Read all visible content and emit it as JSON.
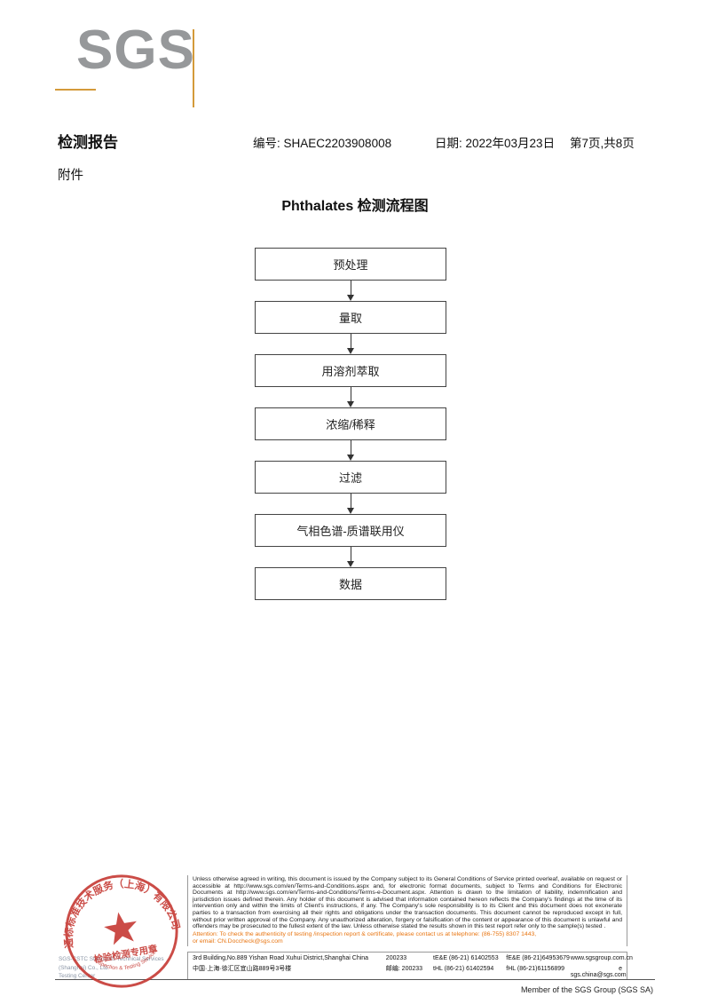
{
  "logo": {
    "text": "SGS"
  },
  "header": {
    "report_title": "检测报告",
    "report_no": "编号: SHAEC2203908008",
    "date": "日期: 2022年03月23日",
    "page": "第7页,共8页",
    "attachment": "附件"
  },
  "flowchart": {
    "title": "Phthalates 检测流程图",
    "steps": [
      "预处理",
      "量取",
      "用溶剂萃取",
      "浓缩/稀释",
      "过滤",
      "气相色谱-质谱联用仪",
      "数据"
    ]
  },
  "stamp": {
    "ring_text": "通标标准技术服务（上海）有限公司",
    "center_text": "检验检测专用章",
    "bottom_text": "Inspection & Testing Services",
    "color": "#c4342e"
  },
  "footer": {
    "disclaimer": "Unless otherwise agreed in writing, this document is issued by the Company subject to its General Conditions of Service printed overleaf, available on request or accessible at http://www.sgs.com/en/Terms-and-Conditions.aspx and, for electronic format documents, subject to Terms and Conditions for Electronic Documents at http://www.sgs.com/en/Terms-and-Conditions/Terms-e-Document.aspx. Attention is drawn to the limitation of liability, indemnification and jurisdiction issues defined therein. Any holder of this document is advised that information contained hereon reflects the Company's findings at the time of its intervention only and within the limits of Client's instructions, if any. The Company's sole responsibility is to its Client and this document does not exonerate parties to a transaction from exercising all their rights and obligations under the transaction documents. This document cannot be reproduced except in full, without prior written approval of the Company. Any unauthorized alteration, forgery or falsification of the content or appearance of this document is unlawful and offenders may be prosecuted to the fullest extent of the law. Unless otherwise stated the results shown in this test report refer only to the sample(s) tested .",
    "attention_line1": "Attention: To check the authenticity of testing /inspection report & certificate, please contact us at telephone: (86-755) 8307 1443,",
    "attention_line2": "or email: CN.Doccheck@sgs.com",
    "contact_rows": [
      {
        "address": "3rd Building,No.889 Yishan Road Xuhui District,Shanghai China",
        "post": "200233",
        "tel": "tE&E (86-21) 61402553",
        "fax": "fE&E (86-21)64953679",
        "extra": "www.sgsgroup.com.cn"
      },
      {
        "address": "中国·上海·徐汇区宜山路889号3号楼",
        "post": "邮编: 200233",
        "tel": "tHL (86-21) 61402594",
        "fax": "fHL (86-21)61156899",
        "extra": "e  sgs.china@sgs.com"
      }
    ],
    "company_line1": "SGS-CSTC Standards Technical Services (Shanghai) Co., Ltd.",
    "company_line2": "Testing Center",
    "member_line": "Member of the SGS Group (SGS SA)"
  }
}
